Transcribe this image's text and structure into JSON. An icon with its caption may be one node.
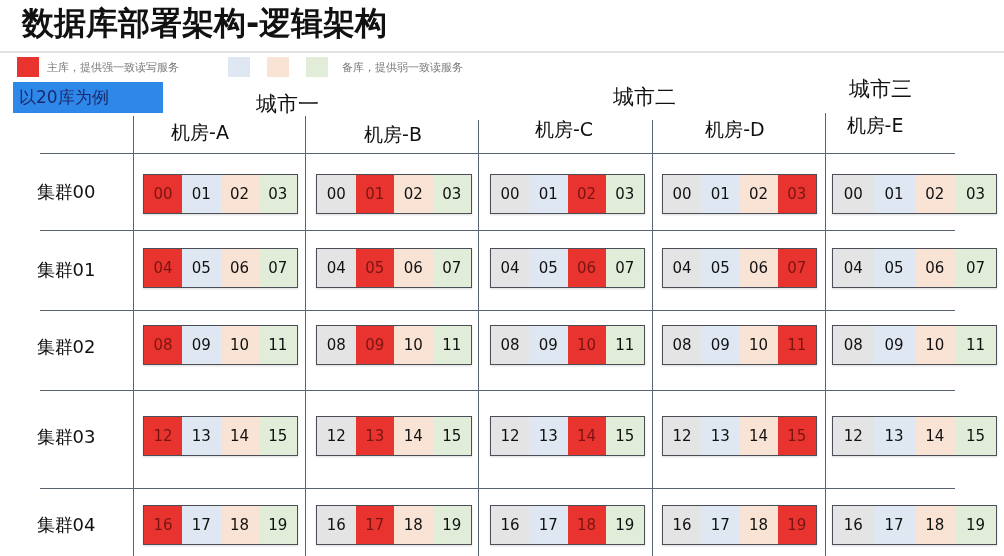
{
  "diagram": {
    "title": "数据库部署架构-逻辑架构",
    "nodes": [
      {
        "text": [
          "以20库为例"
        ]
      },
      {
        "text": [],
        "shape": "box"
      },
      {
        "text": [
          "00"
        ],
        "in": 1
      },
      {
        "text": [
          "01"
        ],
        "in": 1
      },
      {
        "text": [
          "02"
        ],
        "in": 1
      },
      {
        "text": [
          "03"
        ],
        "in": 1
      },
      {
        "text": [],
        "shape": "box"
      },
      {
        "text": [
          "00"
        ],
        "in": 6
      },
      {
        "text": [
          "01"
        ],
        "in": 6
      },
      {
        "text": [
          "02"
        ],
        "in": 6
      },
      {
        "text": [
          "03"
        ],
        "in": 6
      },
      {
        "text": [],
        "shape": "box"
      },
      {
        "text": [
          "00"
        ],
        "in": 11
      },
      {
        "text": [
          "01"
        ],
        "in": 11
      },
      {
        "text": [
          "02"
        ],
        "in": 11
      },
      {
        "text": [
          "03"
        ],
        "in": 11
      },
      {
        "text": [],
        "shape": "box"
      },
      {
        "text": [
          "00"
        ],
        "in": 16
      },
      {
        "text": [
          "01"
        ],
        "in": 16
      },
      {
        "text": [
          "02"
        ],
        "in": 16
      },
      {
        "text": [
          "03"
        ],
        "in": 16
      },
      {
        "text": [],
        "shape": "box"
      },
      {
        "text": [
          "00"
        ],
        "in": 21
      },
      {
        "text": [
          "01"
        ],
        "in": 21
      },
      {
        "text": [
          "02"
        ],
        "in": 21
      },
      {
        "text": [
          "03"
        ],
        "in": 21
      },
      {
        "text": [],
        "shape": "box"
      },
      {
        "text": [
          "04"
        ],
        "in": 26
      },
      {
        "text": [
          "05"
        ],
        "in": 26
      },
      {
        "text": [
          "06"
        ],
        "in": 26
      },
      {
        "text": [
          "07"
        ],
        "in": 26
      },
      {
        "text": [],
        "shape": "box"
      },
      {
        "text": [
          "04"
        ],
        "in": 31
      },
      {
        "text": [
          "05"
        ],
        "in": 31
      },
      {
        "text": [
          "06"
        ],
        "in": 31
      },
      {
        "text": [
          "07"
        ],
        "in": 31
      },
      {
        "text": [],
        "shape": "box"
      },
      {
        "text": [
          "04"
        ],
        "in": 36
      },
      {
        "text": [
          "05"
        ],
        "in": 36
      },
      {
        "text": [
          "06"
        ],
        "in": 36
      },
      {
        "text": [
          "07"
        ],
        "in": 36
      },
      {
        "text": [],
        "shape": "box"
      },
      {
        "text": [
          "04"
        ],
        "in": 41
      },
      {
        "text": [
          "05"
        ],
        "in": 41
      },
      {
        "text": [
          "06"
        ],
        "in": 41
      },
      {
        "text": [
          "07"
        ],
        "in": 41
      },
      {
        "text": [],
        "shape": "box"
      },
      {
        "text": [
          "04"
        ],
        "in": 46
      },
      {
        "text": [
          "05"
        ],
        "in": 46
      },
      {
        "text": [
          "06"
        ],
        "in": 46
      },
      {
        "text": [
          "07"
        ],
        "in": 46
      },
      {
        "text": [],
        "shape": "box"
      },
      {
        "text": [
          "08"
        ],
        "in": 51
      },
      {
        "text": [
          "09"
        ],
        "in": 51
      },
      {
        "text": [
          "10"
        ],
        "in": 51
      },
      {
        "text": [
          "11"
        ],
        "in": 51
      },
      {
        "text": [],
        "shape": "box"
      },
      {
        "text": [
          "08"
        ],
        "in": 56
      },
      {
        "text": [
          "09"
        ],
        "in": 56
      },
      {
        "text": [
          "10"
        ],
        "in": 56
      },
      {
        "text": [
          "11"
        ],
        "in": 56
      },
      {
        "text": [],
        "shape": "box"
      },
      {
        "text": [
          "08"
        ],
        "in": 61
      },
      {
        "text": [
          "09"
        ],
        "in": 61
      },
      {
        "text": [
          "10"
        ],
        "in": 61
      },
      {
        "text": [
          "11"
        ],
        "in": 61
      },
      {
        "text": [],
        "shape": "box"
      },
      {
        "text": [
          "08"
        ],
        "in": 66
      },
      {
        "text": [
          "09"
        ],
        "in": 66
      },
      {
        "text": [
          "10"
        ],
        "in": 66
      },
      {
        "text": [
          "11"
        ],
        "in": 66
      },
      {
        "text": [],
        "shape": "box"
      },
      {
        "text": [
          "08"
        ],
        "in": 71
      },
      {
        "text": [
          "09"
        ],
        "in": 71
      },
      {
        "text": [
          "10"
        ],
        "in": 71
      },
      {
        "text": [
          "11"
        ],
        "in": 71
      },
      {
        "text": [],
        "shape": "box"
      },
      {
        "text": [
          "12"
        ],
        "in": 76
      },
      {
        "text": [
          "13"
        ],
        "in": 76
      },
      {
        "text": [
          "14"
        ],
        "in": 76
      },
      {
        "text": [
          "15"
        ],
        "in": 76
      },
      {
        "text": [],
        "shape": "box"
      },
      {
        "text": [
          "12"
        ],
        "in": 81
      },
      {
        "text": [
          "13"
        ],
        "in": 81
      },
      {
        "text": [
          "14"
        ],
        "in": 81
      },
      {
        "text": [
          "15"
        ],
        "in": 81
      },
      {
        "text": [],
        "shape": "box"
      },
      {
        "text": [
          "12"
        ],
        "in": 86
      },
      {
        "text": [
          "13"
        ],
        "in": 86
      },
      {
        "text": [
          "14"
        ],
        "in": 86
      },
      {
        "text": [
          "15"
        ],
        "in": 86
      },
      {
        "text": [],
        "shape": "box"
      },
      {
        "text": [
          "12"
        ],
        "in": 91
      },
      {
        "text": [
          "13"
        ],
        "in": 91
      },
      {
        "text": [
          "14"
        ],
        "in": 91
      },
      {
        "text": [
          "15"
        ],
        "in": 91
      },
      {
        "text": [],
        "shape": "box"
      },
      {
        "text": [
          "12"
        ],
        "in": 96
      },
      {
        "text": [
          "13"
        ],
        "in": 96
      },
      {
        "text": [
          "14"
        ],
        "in": 96
      },
      {
        "text": [
          "15"
        ],
        "in": 96
      },
      {
        "text": [],
        "shape": "box"
      },
      {
        "text": [
          "16"
        ],
        "in": 101
      },
      {
        "text": [
          "17"
        ],
        "in": 101
      },
      {
        "text": [
          "18"
        ],
        "in": 101
      },
      {
        "text": [
          "19"
        ],
        "in": 101
      },
      {
        "text": [],
        "shape": "box"
      },
      {
        "text": [
          "16"
        ],
        "in": 106
      },
      {
        "text": [
          "17"
        ],
        "in": 106
      },
      {
        "text": [
          "18"
        ],
        "in": 106
      },
      {
        "text": [
          "19"
        ],
        "in": 106
      },
      {
        "text": [],
        "shape": "box"
      },
      {
        "text": [
          "16"
        ],
        "in": 111
      },
      {
        "text": [
          "17"
        ],
        "in": 111
      },
      {
        "text": [
          "18"
        ],
        "in": 111
      },
      {
        "text": [
          "19"
        ],
        "in": 111
      },
      {
        "text": [],
        "shape": "box"
      },
      {
        "text": [
          "16"
        ],
        "in": 116
      },
      {
        "text": [
          "17"
        ],
        "in": 116
      },
      {
        "text": [
          "18"
        ],
        "in": 116
      },
      {
        "text": [
          "19"
        ],
        "in": 116
      },
      {
        "text": [],
        "shape": "box"
      },
      {
        "text": [
          "16"
        ],
        "in": 121
      },
      {
        "text": [
          "17"
        ],
        "in": 121
      },
      {
        "text": [
          "18"
        ],
        "in": 121
      },
      {
        "text": [
          "19"
        ],
        "in": 121
      }
    ],
    "labels": [
      "城市一",
      "城市二",
      "城市三",
      "机房-A",
      "机房-B",
      "机房-C",
      "机房-D",
      "机房-E",
      "集群00",
      "集群01",
      "集群02",
      "集群03",
      "集群04"
    ],
    "legend": [
      {
        "text": "主库，提供强一致读写服务",
        "color": "#e8332f"
      },
      {
        "text": "备库，提供弱一致读服务",
        "color": "#dfe8f2"
      }
    ]
  }
}
